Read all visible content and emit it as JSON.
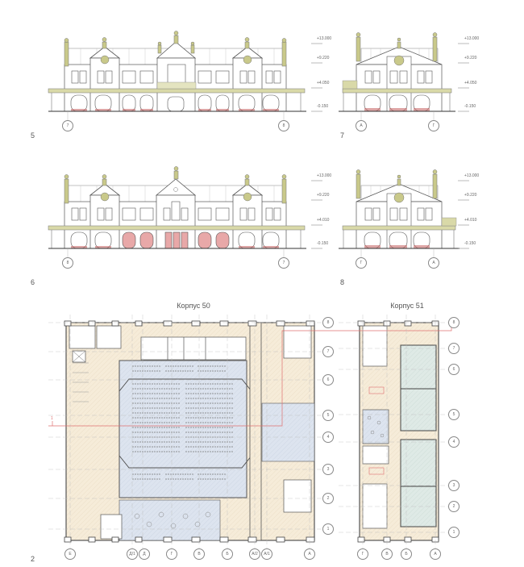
{
  "sheet": {
    "views": [
      {
        "id": "5",
        "type": "elevation",
        "axes": [
          "7",
          "8"
        ],
        "levels": [
          "+13.000",
          "+9.220",
          "+4.050",
          "-0.150"
        ]
      },
      {
        "id": "7",
        "type": "elevation",
        "axes": [
          "А",
          "Г"
        ],
        "levels": [
          "+13.000",
          "+9.220",
          "+4.050",
          "-0.150"
        ]
      },
      {
        "id": "6",
        "type": "elevation",
        "axes": [
          "8",
          "7"
        ],
        "levels": [
          "+13.000",
          "+9.220",
          "+4.010",
          "-0.150"
        ]
      },
      {
        "id": "8",
        "type": "elevation",
        "axes": [
          "Г",
          "А"
        ],
        "levels": [
          "+13.000",
          "+9.220",
          "+4.010",
          "-0.150"
        ]
      },
      {
        "id": "2",
        "type": "floor-plan"
      }
    ]
  },
  "labels": {
    "view5": "5",
    "view6": "6",
    "view7": "7",
    "view8": "8",
    "view2": "2"
  },
  "plans": {
    "building50": {
      "title": "Корпус 50",
      "row_axes": [
        "8",
        "7",
        "6",
        "5",
        "4",
        "3",
        "2",
        "1"
      ],
      "col_axes": [
        "Е",
        "Д/1",
        "Д",
        "Г",
        "В",
        "Б",
        "А/2",
        "А/1",
        "А"
      ]
    },
    "building51": {
      "title": "Корпус 51",
      "row_axes": [
        "8",
        "7",
        "6",
        "5",
        "4",
        "3",
        "2",
        "1"
      ],
      "col_axes": [
        "Г",
        "В",
        "Б",
        "А"
      ]
    }
  },
  "section_marker": "1",
  "colors": {
    "line": "#555555",
    "roof": "#999999",
    "ornament": "#c9c98a",
    "canopy": "#d9d9a8",
    "window_red": "#e8a8a8",
    "base_red": "#c86a6a",
    "fill_beige": "#f6ecd9",
    "fill_blue": "#dde4ef",
    "fill_green": "#dfeae6",
    "section_red": "#e07070"
  }
}
